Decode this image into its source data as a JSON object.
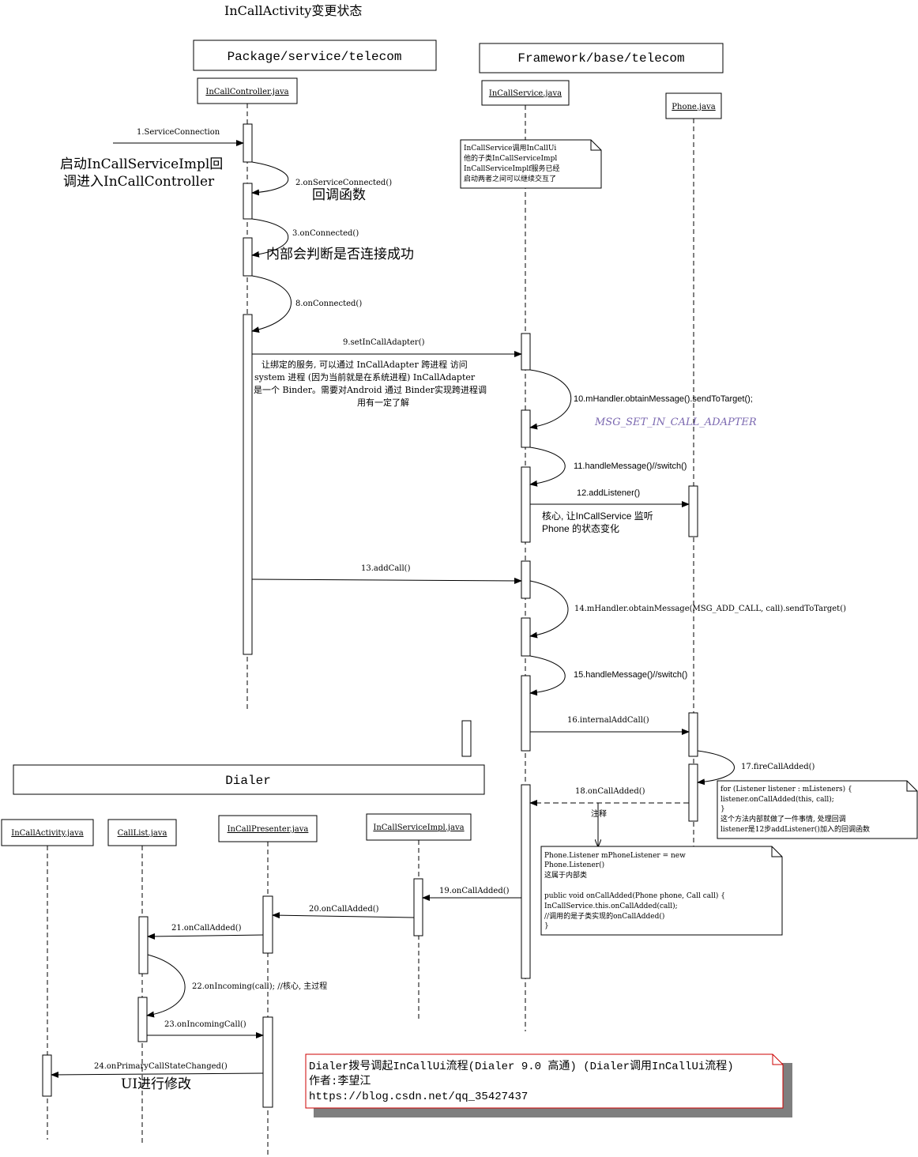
{
  "title": "InCallActivity变更状态",
  "groups": {
    "telecom_service": "Package/service/telecom",
    "framework_telecom": "Framework/base/telecom",
    "dialer": "Dialer"
  },
  "lifelines": {
    "incall_controller": "InCallController.java",
    "incall_service": "InCallService.java",
    "phone": "Phone.java",
    "incall_activity": "InCallActivity.java",
    "call_list": "CallList.java",
    "incall_presenter": "InCallPresenter.java",
    "incall_service_impl": "InCallServiceImpl.java"
  },
  "messages": {
    "m1": "1.ServiceConnection",
    "m2": "2.onServiceConnected()",
    "m3": "3.onConnected()",
    "m8": "8.onConnected()",
    "m9": "9.setInCallAdapter()",
    "m10": "10.mHandler.obtainMessage().sendToTarget();",
    "m10_const": "MSG_SET_IN_CALL_ADAPTER",
    "m11": "11.handleMessage()//switch()",
    "m12": "12.addListener()",
    "m13": "13.addCall()",
    "m14": "14.mHandler.obtainMessage(MSG_ADD_CALL, call).sendToTarget()",
    "m15": "15.handleMessage()//switch()",
    "m16": "16.internalAddCall()",
    "m17": "17.fireCallAdded()",
    "m18": "18.onCallAdded()",
    "m18_note_label": "注释",
    "m19": "19.onCallAdded()",
    "m20": "20.onCallAdded()",
    "m21": "21.onCallAdded()",
    "m22": "22.onIncoming(call);  //核心, 主过程",
    "m23": "23.onIncomingCall()",
    "m24": "24.onPrimaryCallStateChanged()"
  },
  "annotations": {
    "start_impl_1": "启动InCallServiceImpl回",
    "start_impl_2": "调进入InCallController",
    "callback": "回调函数",
    "judge_connect": "内部会判断是否连接成功",
    "bind_1": "让绑定的服务, 可以通过 InCallAdapter 跨进程 访问",
    "bind_2": "system 进程 (因为当前就是在系统进程) InCallAdapter",
    "bind_3": "是一个 Binder。需要对Android 通过 Binder实现跨进程调",
    "bind_4": "用有一定了解",
    "core_1": "核心, 让InCallService 监听",
    "core_2": "Phone 的状态变化",
    "ui_modify": "UI进行修改"
  },
  "notes": {
    "service_note": [
      "InCallService调用InCallUi",
      "他的子类InCallServiceImpl",
      "InCallServiceImplf服务已经",
      "启动两者之间可以继续交互了"
    ],
    "listener_note": [
      "for (Listener listener : mListeners) {",
      "    listener.onCallAdded(this, call);",
      "}",
      "这个方法内部就做了一件事情, 处理回调",
      "listener是12步addListener()加入的回调函数"
    ],
    "phone_listener_note": [
      "Phone.Listener mPhoneListener = new",
      "Phone.Listener()",
      "这属于内部类",
      "",
      " public void onCallAdded(Phone phone, Call call) {",
      "     InCallService.this.onCallAdded(call);",
      "     //调用的是子类实现的onCallAdded()",
      "}"
    ],
    "credit": [
      "Dialer拨号调起InCallUi流程(Dialer 9.0  高通) (Dialer调用InCallUi流程)",
      "作者:李望江",
      "https://blog.csdn.net/qq_35427437"
    ]
  },
  "colors": {
    "line": "#000000",
    "const_text": "#7b68b0",
    "credit_border": "#cc0000",
    "credit_shadow": "#7f7f7f"
  }
}
